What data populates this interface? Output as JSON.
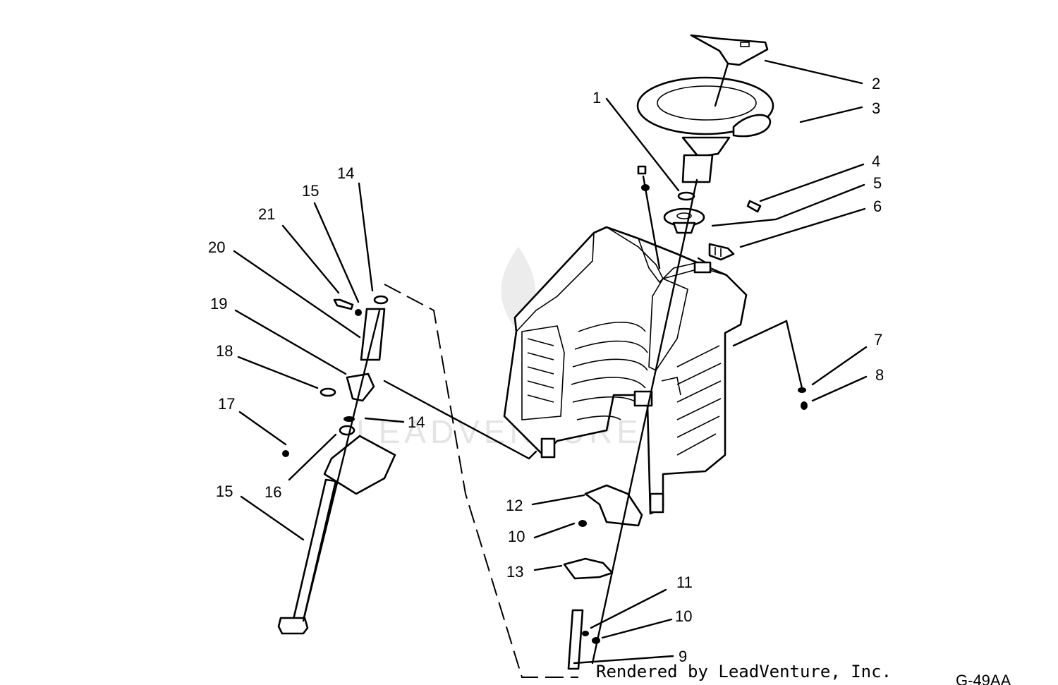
{
  "diagram": {
    "callouts": [
      {
        "id": "c1",
        "text": "1"
      },
      {
        "id": "c2",
        "text": "2"
      },
      {
        "id": "c3",
        "text": "3"
      },
      {
        "id": "c4",
        "text": "4"
      },
      {
        "id": "c5",
        "text": "5"
      },
      {
        "id": "c6",
        "text": "6"
      },
      {
        "id": "c7",
        "text": "7"
      },
      {
        "id": "c8",
        "text": "8"
      },
      {
        "id": "c9",
        "text": "9"
      },
      {
        "id": "c10a",
        "text": "10"
      },
      {
        "id": "c10b",
        "text": "10"
      },
      {
        "id": "c11",
        "text": "11"
      },
      {
        "id": "c12",
        "text": "12"
      },
      {
        "id": "c13",
        "text": "13"
      },
      {
        "id": "c14a",
        "text": "14"
      },
      {
        "id": "c14b",
        "text": "14"
      },
      {
        "id": "c15a",
        "text": "15"
      },
      {
        "id": "c15b",
        "text": "15"
      },
      {
        "id": "c16",
        "text": "16"
      },
      {
        "id": "c17",
        "text": "17"
      },
      {
        "id": "c18",
        "text": "18"
      },
      {
        "id": "c19",
        "text": "19"
      },
      {
        "id": "c20",
        "text": "20"
      },
      {
        "id": "c21",
        "text": "21"
      }
    ],
    "credit": "Rendered by LeadVenture, Inc.",
    "watermark": "LEADVENTURE",
    "corner_code": "G-49AA"
  },
  "colors": {
    "ink": "#000000",
    "paper": "#ffffff",
    "watermark": "#e4e4e4"
  }
}
